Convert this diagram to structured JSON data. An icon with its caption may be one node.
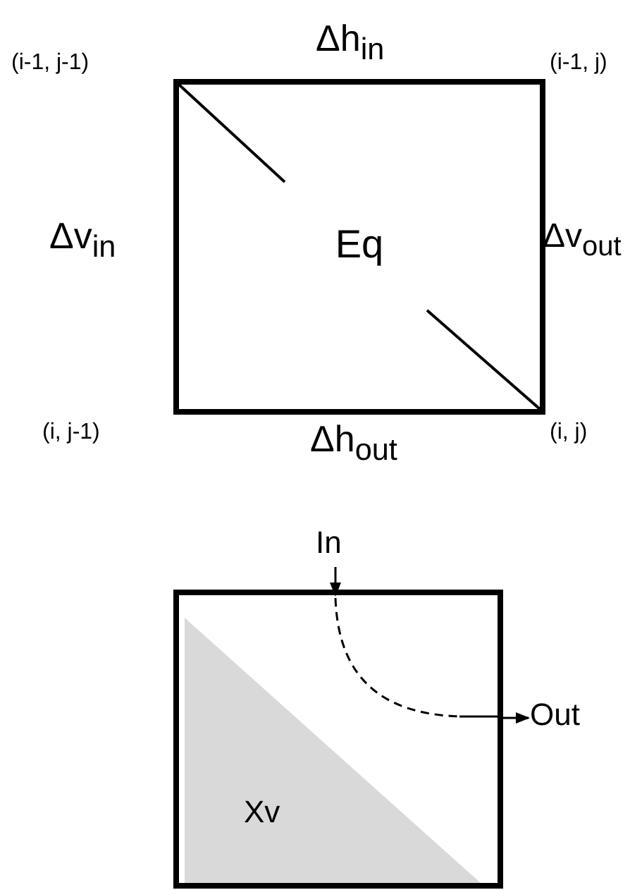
{
  "diagram": {
    "nodes": [
      {
        "text": [
          "Eq"
        ],
        "beside": [
          "Δh$_{in}$",
          "(i-1, j-1)",
          "(i-1, j)",
          "Δv$_{in}$",
          "Δv$_{out}$",
          "(i, j-1)",
          "(i, j)",
          "Δh$_{out}$"
        ]
      },
      {
        "text": [
          "In"
        ]
      },
      {
        "text": [],
        "shape": "box"
      },
      {
        "text": [
          "Xv"
        ],
        "in": 2
      },
      {
        "text": [
          "Out"
        ]
      }
    ],
    "edges": [
      {
        "from": 1,
        "to": 2,
        "arrow": "to"
      },
      {
        "from": 2,
        "to": 4,
        "arrow": "to"
      }
    ]
  }
}
